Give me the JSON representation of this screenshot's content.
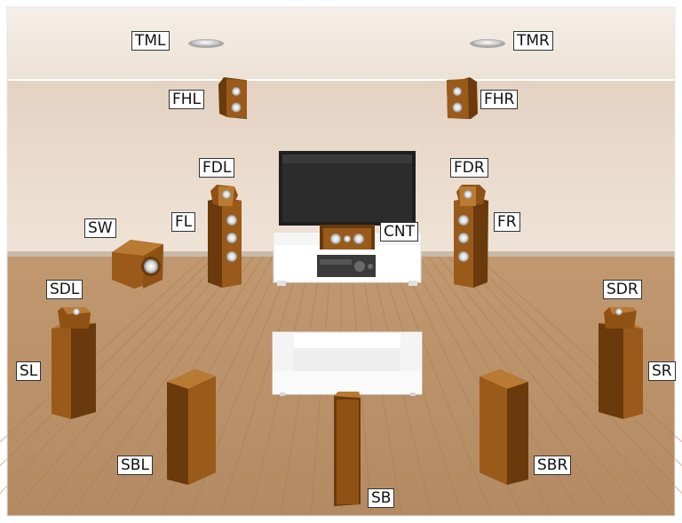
{
  "labels": {
    "tml": "TML",
    "tmr": "TMR",
    "fhl": "FHL",
    "fhr": "FHR",
    "fdl": "FDL",
    "fdr": "FDR",
    "fl": "FL",
    "fr": "FR",
    "sw": "SW",
    "cnt": "CNT",
    "sdl": "SDL",
    "sdr": "SDR",
    "sl": "SL",
    "sr": "SR",
    "sbl": "SBL",
    "sbr": "SBR",
    "sb": "SB"
  },
  "colors": {
    "ceiling": "#f1e8df",
    "wall": "#eaddcf",
    "floor": "#b98d66",
    "baseboard": "#c9b9a8",
    "wood_front": "#8f5214",
    "wood_side": "#6a3a0c",
    "wood_top": "#b97a33",
    "tv_screen": "#2c2c2c",
    "furniture": "#ffffff",
    "label_border": "#333333"
  }
}
